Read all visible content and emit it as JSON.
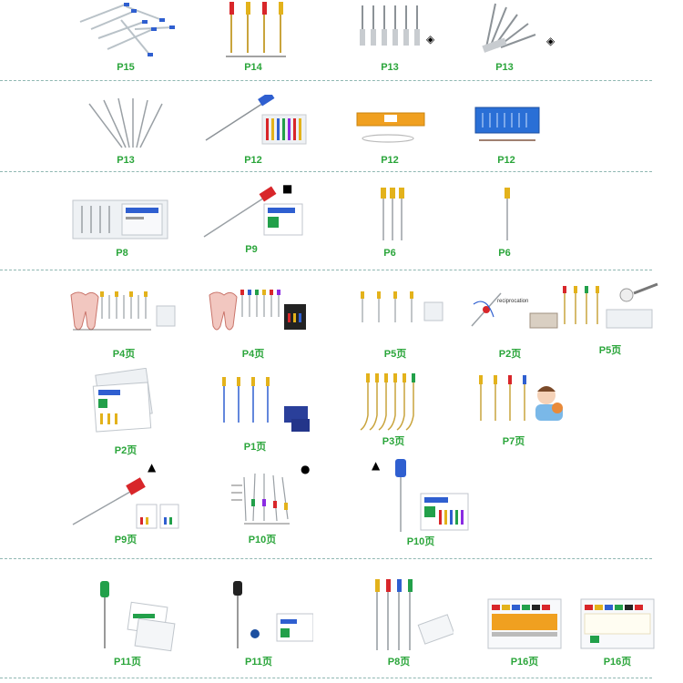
{
  "colors": {
    "label_green": "#2aa53a",
    "separator": "#8fb7b2",
    "file_blue": "#2f5fd0",
    "file_red": "#d8262a",
    "file_yellow": "#e3b21b",
    "file_green": "#22a04a",
    "box_orange": "#f0a020",
    "box_blue": "#2a6fd6"
  },
  "rows": [
    {
      "items": [
        {
          "label": "P15",
          "icon": "blue-handle-burs-icon"
        },
        {
          "label": "P14",
          "icon": "gold-rotary-files-icon"
        },
        {
          "label": "P13",
          "icon": "silver-shank-files-icon",
          "mark": "◈"
        },
        {
          "label": "P13",
          "icon": "fanned-silver-files-icon",
          "mark": "◈"
        }
      ]
    },
    {
      "items": [
        {
          "label": "P13",
          "icon": "fanned-needle-files-icon"
        },
        {
          "label": "P12",
          "icon": "blue-handle-file-with-box-icon"
        },
        {
          "label": "P12",
          "icon": "orange-tray-box-icon"
        },
        {
          "label": "P12",
          "icon": "blue-tray-box-icon"
        }
      ]
    },
    {
      "items": [
        {
          "label": "P8",
          "icon": "clear-file-case-icon"
        },
        {
          "label": "P9",
          "icon": "red-handle-file-with-pack-icon",
          "mark": "■"
        },
        {
          "label": "P6",
          "icon": "three-gold-files-icon"
        },
        {
          "label": "P6",
          "icon": "single-gold-file-icon"
        }
      ]
    },
    {
      "items": [
        {
          "label": "P4页",
          "icon": "tooth-diagram-files-icon"
        },
        {
          "label": "P4页",
          "icon": "tooth-diagram-color-files-icon"
        },
        {
          "label": "P5页",
          "icon": "gold-files-small-box-icon"
        },
        {
          "label": "P2页",
          "icon": "reciprocating-file-icon",
          "caption": "reciprocation"
        },
        {
          "label": "P5页",
          "icon": "files-with-handpiece-icon"
        }
      ]
    },
    {
      "items": [
        {
          "label": "P2页",
          "icon": "stacked-packs-icon"
        },
        {
          "label": "P1页",
          "icon": "blue-flex-files-icon"
        },
        {
          "label": "P3页",
          "icon": "curved-gold-files-icon"
        },
        {
          "label": "P7页",
          "icon": "files-with-patient-icon"
        }
      ]
    },
    {
      "items": [
        {
          "label": "P9页",
          "icon": "red-handle-hand-file-icon",
          "mark": "▲"
        },
        {
          "label": "P10页",
          "icon": "spreader-files-icon",
          "mark": "●"
        },
        {
          "label": "P10页",
          "icon": "blue-handle-file-with-pack-icon",
          "mark": "▲"
        }
      ]
    },
    {
      "items": [
        {
          "label": "P11页",
          "icon": "green-handle-file-icon"
        },
        {
          "label": "P11页",
          "icon": "black-handle-file-icon"
        },
        {
          "label": "P8页",
          "icon": "four-silver-files-icon"
        },
        {
          "label": "P16页",
          "icon": "paper-point-box-icon"
        },
        {
          "label": "P16页",
          "icon": "paper-point-box-icon"
        }
      ]
    }
  ]
}
